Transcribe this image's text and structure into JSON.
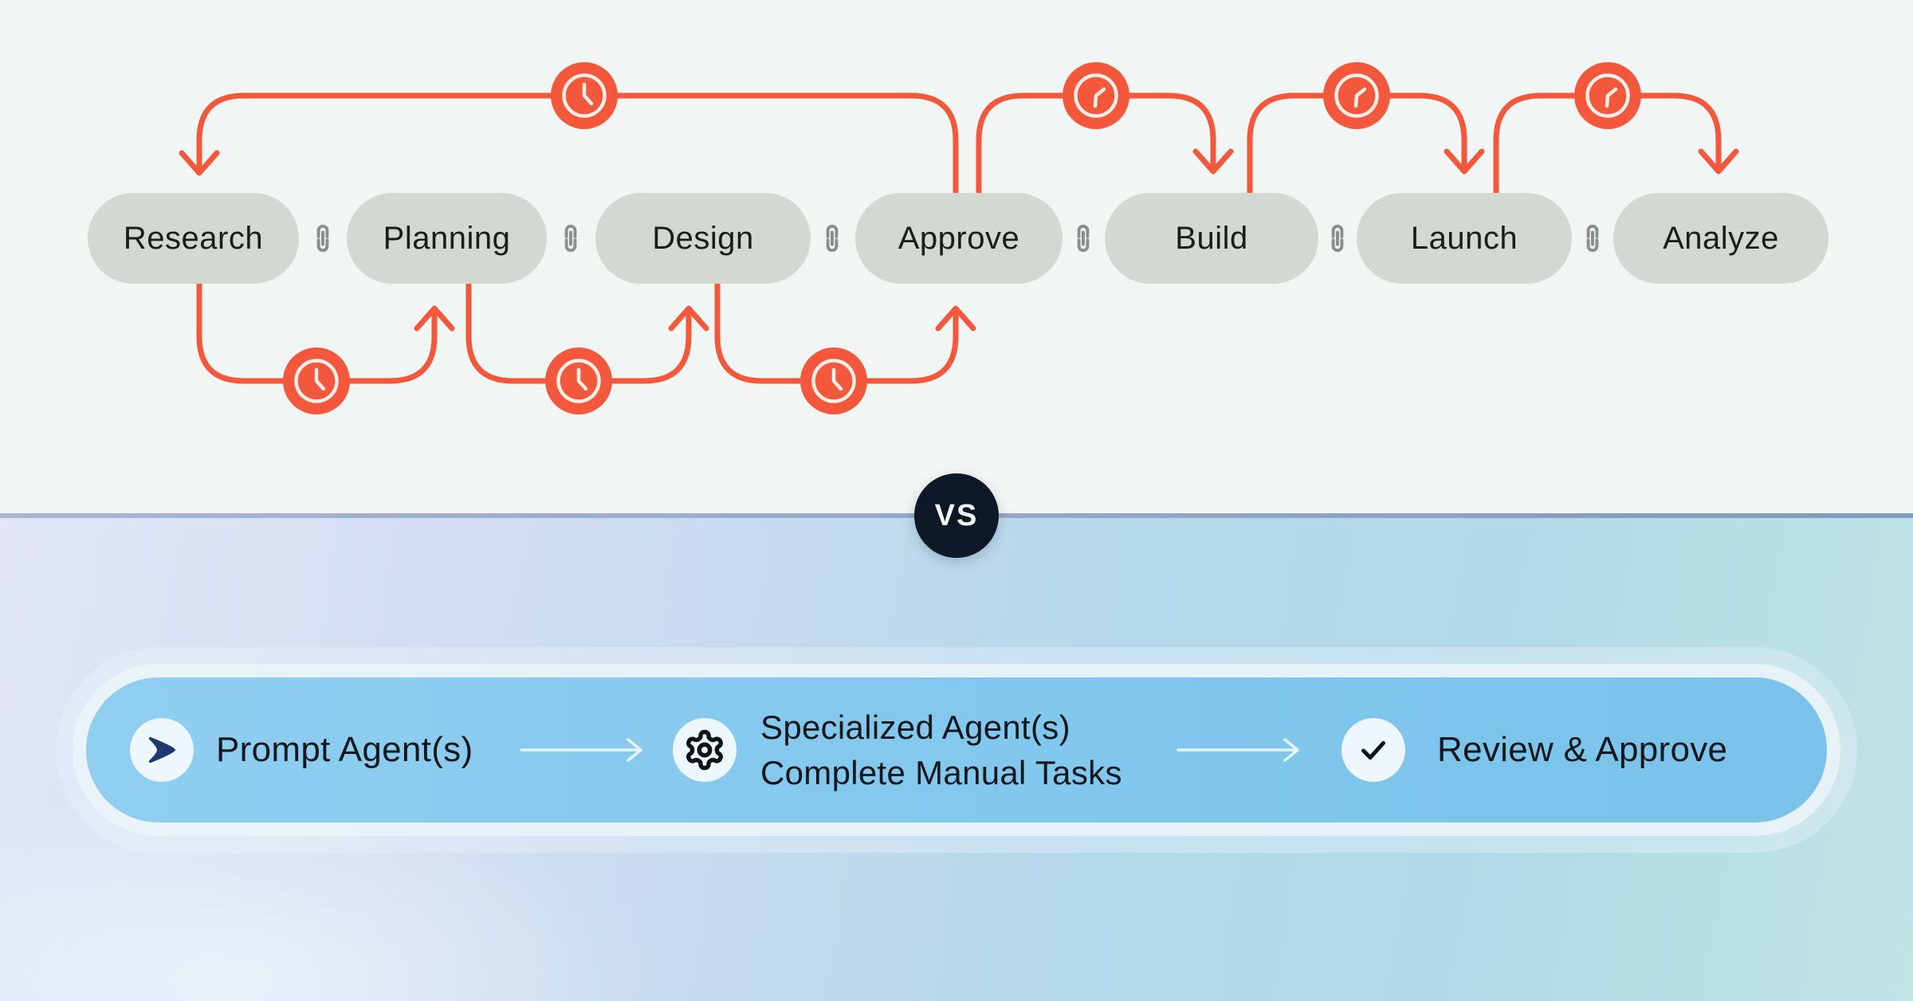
{
  "colors": {
    "accent_orange": "#f3583c",
    "clock_face_white": "#fdeee8",
    "pill_gray": "#d4d8d3",
    "link_gray": "#87908a",
    "top_background": "#f1f5f3",
    "divider_left": "#aab4d3",
    "divider_right": "#7f9cbd",
    "bottom_background_start": "#e2e6f7",
    "bottom_background_end": "#c0e3e4",
    "flow_bar_blue": "#84c8ee",
    "badge_navy": "#0d1926",
    "send_icon_navy": "#1d3a70",
    "icon_circle_bg": "#eef7fd",
    "text_dark": "#14181c"
  },
  "top_diagram": {
    "stages": [
      "Research",
      "Planning",
      "Design",
      "Approve",
      "Build",
      "Launch",
      "Analyze"
    ],
    "delay_icon": "clock-icon",
    "separator_icon": "link-icon"
  },
  "vs_badge": {
    "label": "VS"
  },
  "bottom_flow": {
    "steps": [
      {
        "icon": "send-icon",
        "label": "Prompt Agent(s)"
      },
      {
        "icon": "gear-icon",
        "lines": [
          "Specialized Agent(s)",
          "Complete Manual Tasks"
        ]
      },
      {
        "icon": "check-icon",
        "label": "Review & Approve"
      }
    ]
  }
}
